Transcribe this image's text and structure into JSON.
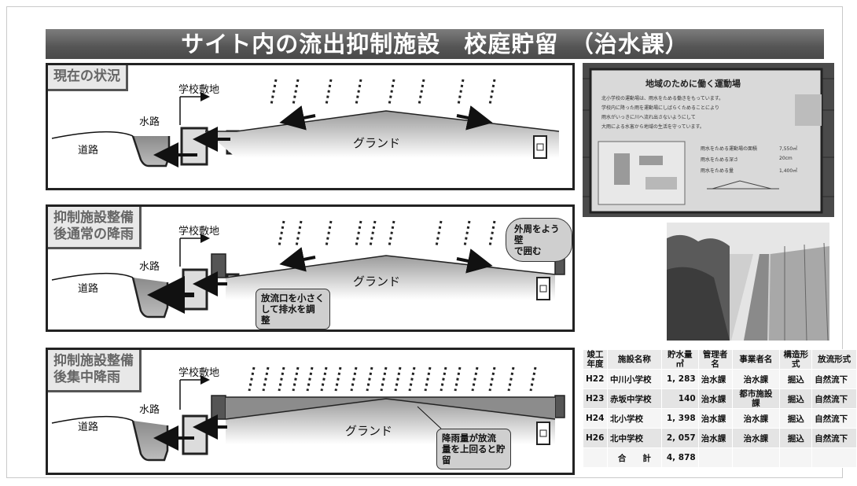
{
  "title": "サイト内の流出抑制施設　校庭貯留　（治水課）",
  "panels": [
    {
      "label": "現在の状況",
      "school_site": "学校敷地",
      "waterway": "水路",
      "road": "道路",
      "ground": "グランド"
    },
    {
      "label": "抑制施設整備\n後通常の降雨",
      "school_site": "学校敷地",
      "waterway": "水路",
      "road": "道路",
      "ground": "グランド",
      "callout_wall": "外周をよう壁\nで囲む",
      "callout_outlet": "放流口を小さく\nして排水を調\n整"
    },
    {
      "label": "抑制施設整備\n後集中降雨",
      "school_site": "学校敷地",
      "waterway": "水路",
      "road": "道路",
      "ground": "グランド",
      "callout_storage": "降雨量が放流\n量を上回ると貯\n留"
    }
  ],
  "sign_photo": {
    "heading": "地域のために働く運動場",
    "text_lines": [
      "北小学校の運動場は、雨水をためる働きをもっています。",
      "学校内に降った雨を運動場にしばらくためることにより",
      "雨水がいっきに川へ流れ出さないようにして",
      "大雨による水害から地域の生活を守っています。"
    ],
    "stats": [
      {
        "label": "雨水をためる運動場の面積",
        "value": "7,550㎡"
      },
      {
        "label": "雨水をためる深さ",
        "value": "20cm"
      },
      {
        "label": "雨水をためる量",
        "value": "1,400㎥"
      }
    ]
  },
  "facility_table": {
    "headers": [
      "竣工\n年度",
      "施設名称",
      "貯水量\n㎥",
      "管理者\n名",
      "事業者名",
      "構造形\n式",
      "放流形式"
    ],
    "rows": [
      [
        "H22",
        "中川小学校",
        "1, 283",
        "治水課",
        "治水課",
        "掘込",
        "自然流下"
      ],
      [
        "H23",
        "赤坂中学校",
        "140",
        "治水課",
        "都市施設\n課",
        "掘込",
        "自然流下"
      ],
      [
        "H24",
        "北小学校",
        "1, 398",
        "治水課",
        "治水課",
        "掘込",
        "自然流下"
      ],
      [
        "H26",
        "北中学校",
        "2, 057",
        "治水課",
        "治水課",
        "掘込",
        "自然流下"
      ]
    ],
    "total_label": "合　　計",
    "total_value": "4, 878"
  }
}
